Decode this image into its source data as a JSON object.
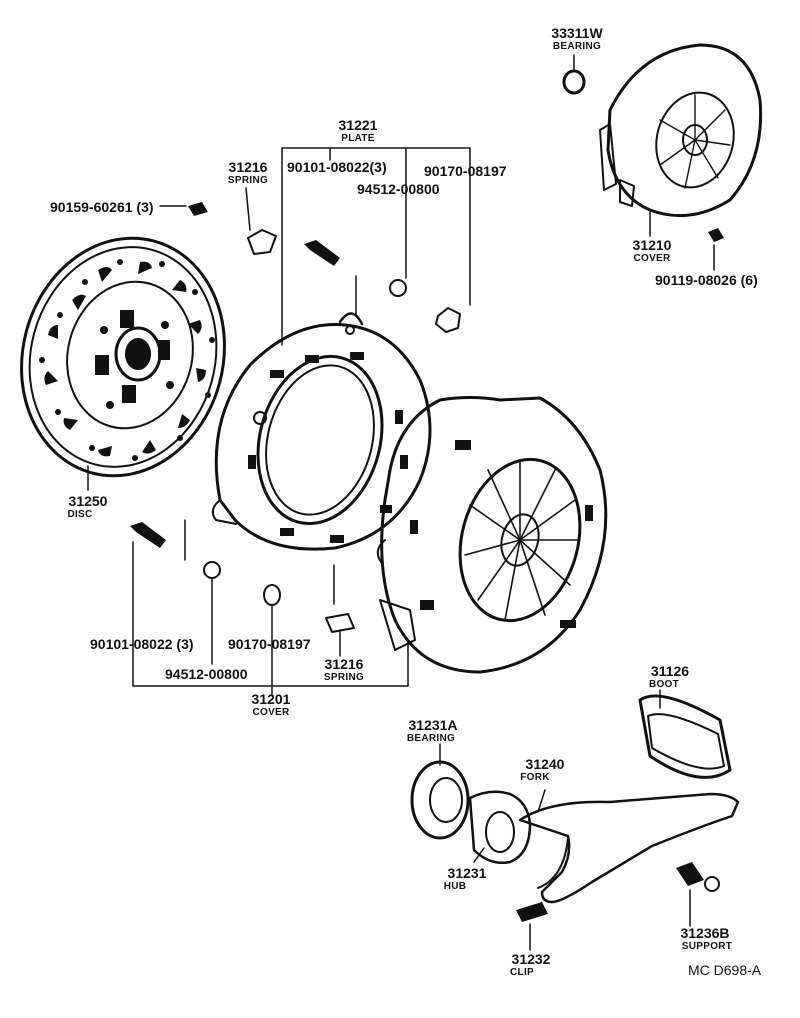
{
  "colors": {
    "ink": "#111111",
    "paper": "#ffffff"
  },
  "labels": {
    "p33311w": {
      "number": "33311W",
      "name": "BEARING"
    },
    "p31221": {
      "number": "31221",
      "name": "PLATE"
    },
    "p31216_top": {
      "number": "31216",
      "name": "SPRING"
    },
    "p90101_top": {
      "number": "90101-08022(3)"
    },
    "p90170_top": {
      "number": "90170-08197"
    },
    "p94512_top": {
      "number": "94512-00800"
    },
    "p90159": {
      "number": "90159-60261 (3)"
    },
    "p31210": {
      "number": "31210",
      "name": "COVER"
    },
    "p90119": {
      "number": "90119-08026 (6)"
    },
    "p31250": {
      "number": "31250",
      "name": "DISC"
    },
    "p90101_bot": {
      "number": "90101-08022 (3)"
    },
    "p90170_bot": {
      "number": "90170-08197"
    },
    "p94512_bot": {
      "number": "94512-00800"
    },
    "p31216_bot": {
      "number": "31216",
      "name": "SPRING"
    },
    "p31201": {
      "number": "31201",
      "name": "COVER"
    },
    "p31126": {
      "number": "31126",
      "name": "BOOT"
    },
    "p31231a": {
      "number": "31231A",
      "name": "BEARING"
    },
    "p31240": {
      "number": "31240",
      "name": "FORK"
    },
    "p31231": {
      "number": "31231",
      "name": "HUB"
    },
    "p31232": {
      "number": "31232",
      "name": "CLIP"
    },
    "p31236b": {
      "number": "31236B",
      "name": "SUPPORT"
    }
  },
  "diagram_code": "MC D698-A"
}
